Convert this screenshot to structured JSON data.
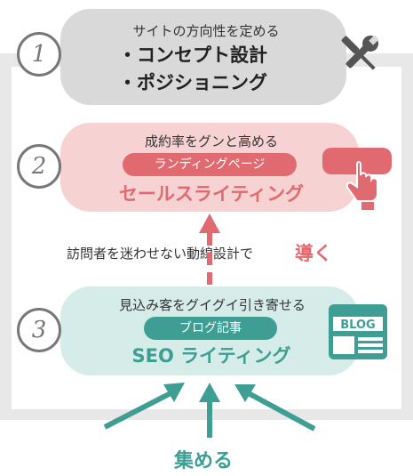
{
  "steps": [
    {
      "number": "1",
      "subtitle": "サイトの方向性を定める",
      "bullets": [
        "・コンセプト設計",
        "・ポジショニング"
      ],
      "icon": "tools-icon"
    },
    {
      "number": "2",
      "subtitle": "成約率をグンと高める",
      "badge": "ランディングページ",
      "title": "セールスライティング",
      "icon": "click-hand-icon"
    },
    {
      "number": "3",
      "subtitle": "見込み客をグイグイ引き寄せる",
      "badge": "ブログ記事",
      "title": "SEO ライティング",
      "icon": "blog-icon",
      "icon_label": "BLOG"
    }
  ],
  "connector": {
    "text": "訪問者を迷わせない動線設計で",
    "accent": "導く"
  },
  "footer": {
    "label": "集める"
  },
  "colors": {
    "pink": "#e06a70",
    "teal": "#3f9e94",
    "gray": "#777777"
  }
}
